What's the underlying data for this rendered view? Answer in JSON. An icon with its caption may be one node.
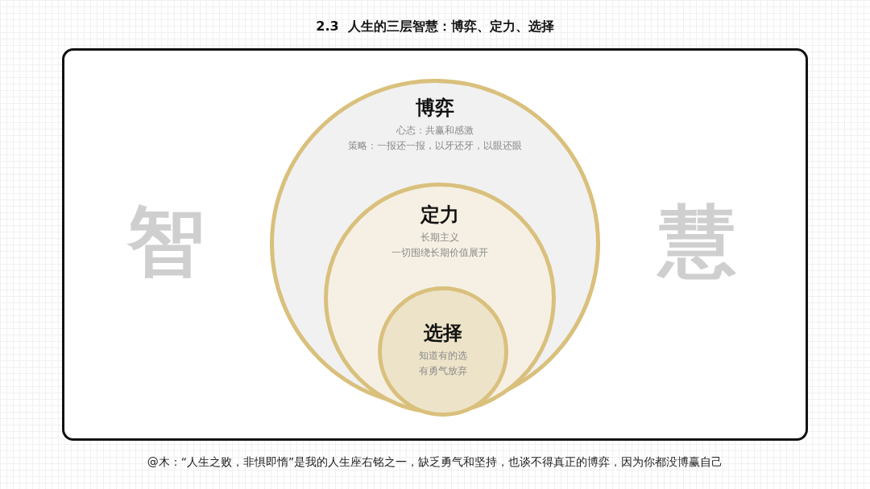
{
  "diagram": {
    "title": "2.3  人生的三层智慧：博弈、定力、选择",
    "caption": "@木：“人生之败，非惧即惰”是我的人生座右铭之一，缺乏勇气和坚持，也谈不得真正的博弈，因为你都没博赢自己",
    "nodes": [
      {
        "text": [
          "博弈",
          "心态：共赢和感激",
          "策略：一报还一报，以牙还牙，以眼还眼"
        ]
      },
      {
        "text": [
          "定力",
          "长期主义",
          "一切围绕长期价值展开"
        ],
        "in": 0
      },
      {
        "text": [
          "选择",
          "知道有的选",
          "有勇气放弃"
        ],
        "in": 1
      }
    ],
    "labels": [
      "智",
      "慧"
    ]
  }
}
